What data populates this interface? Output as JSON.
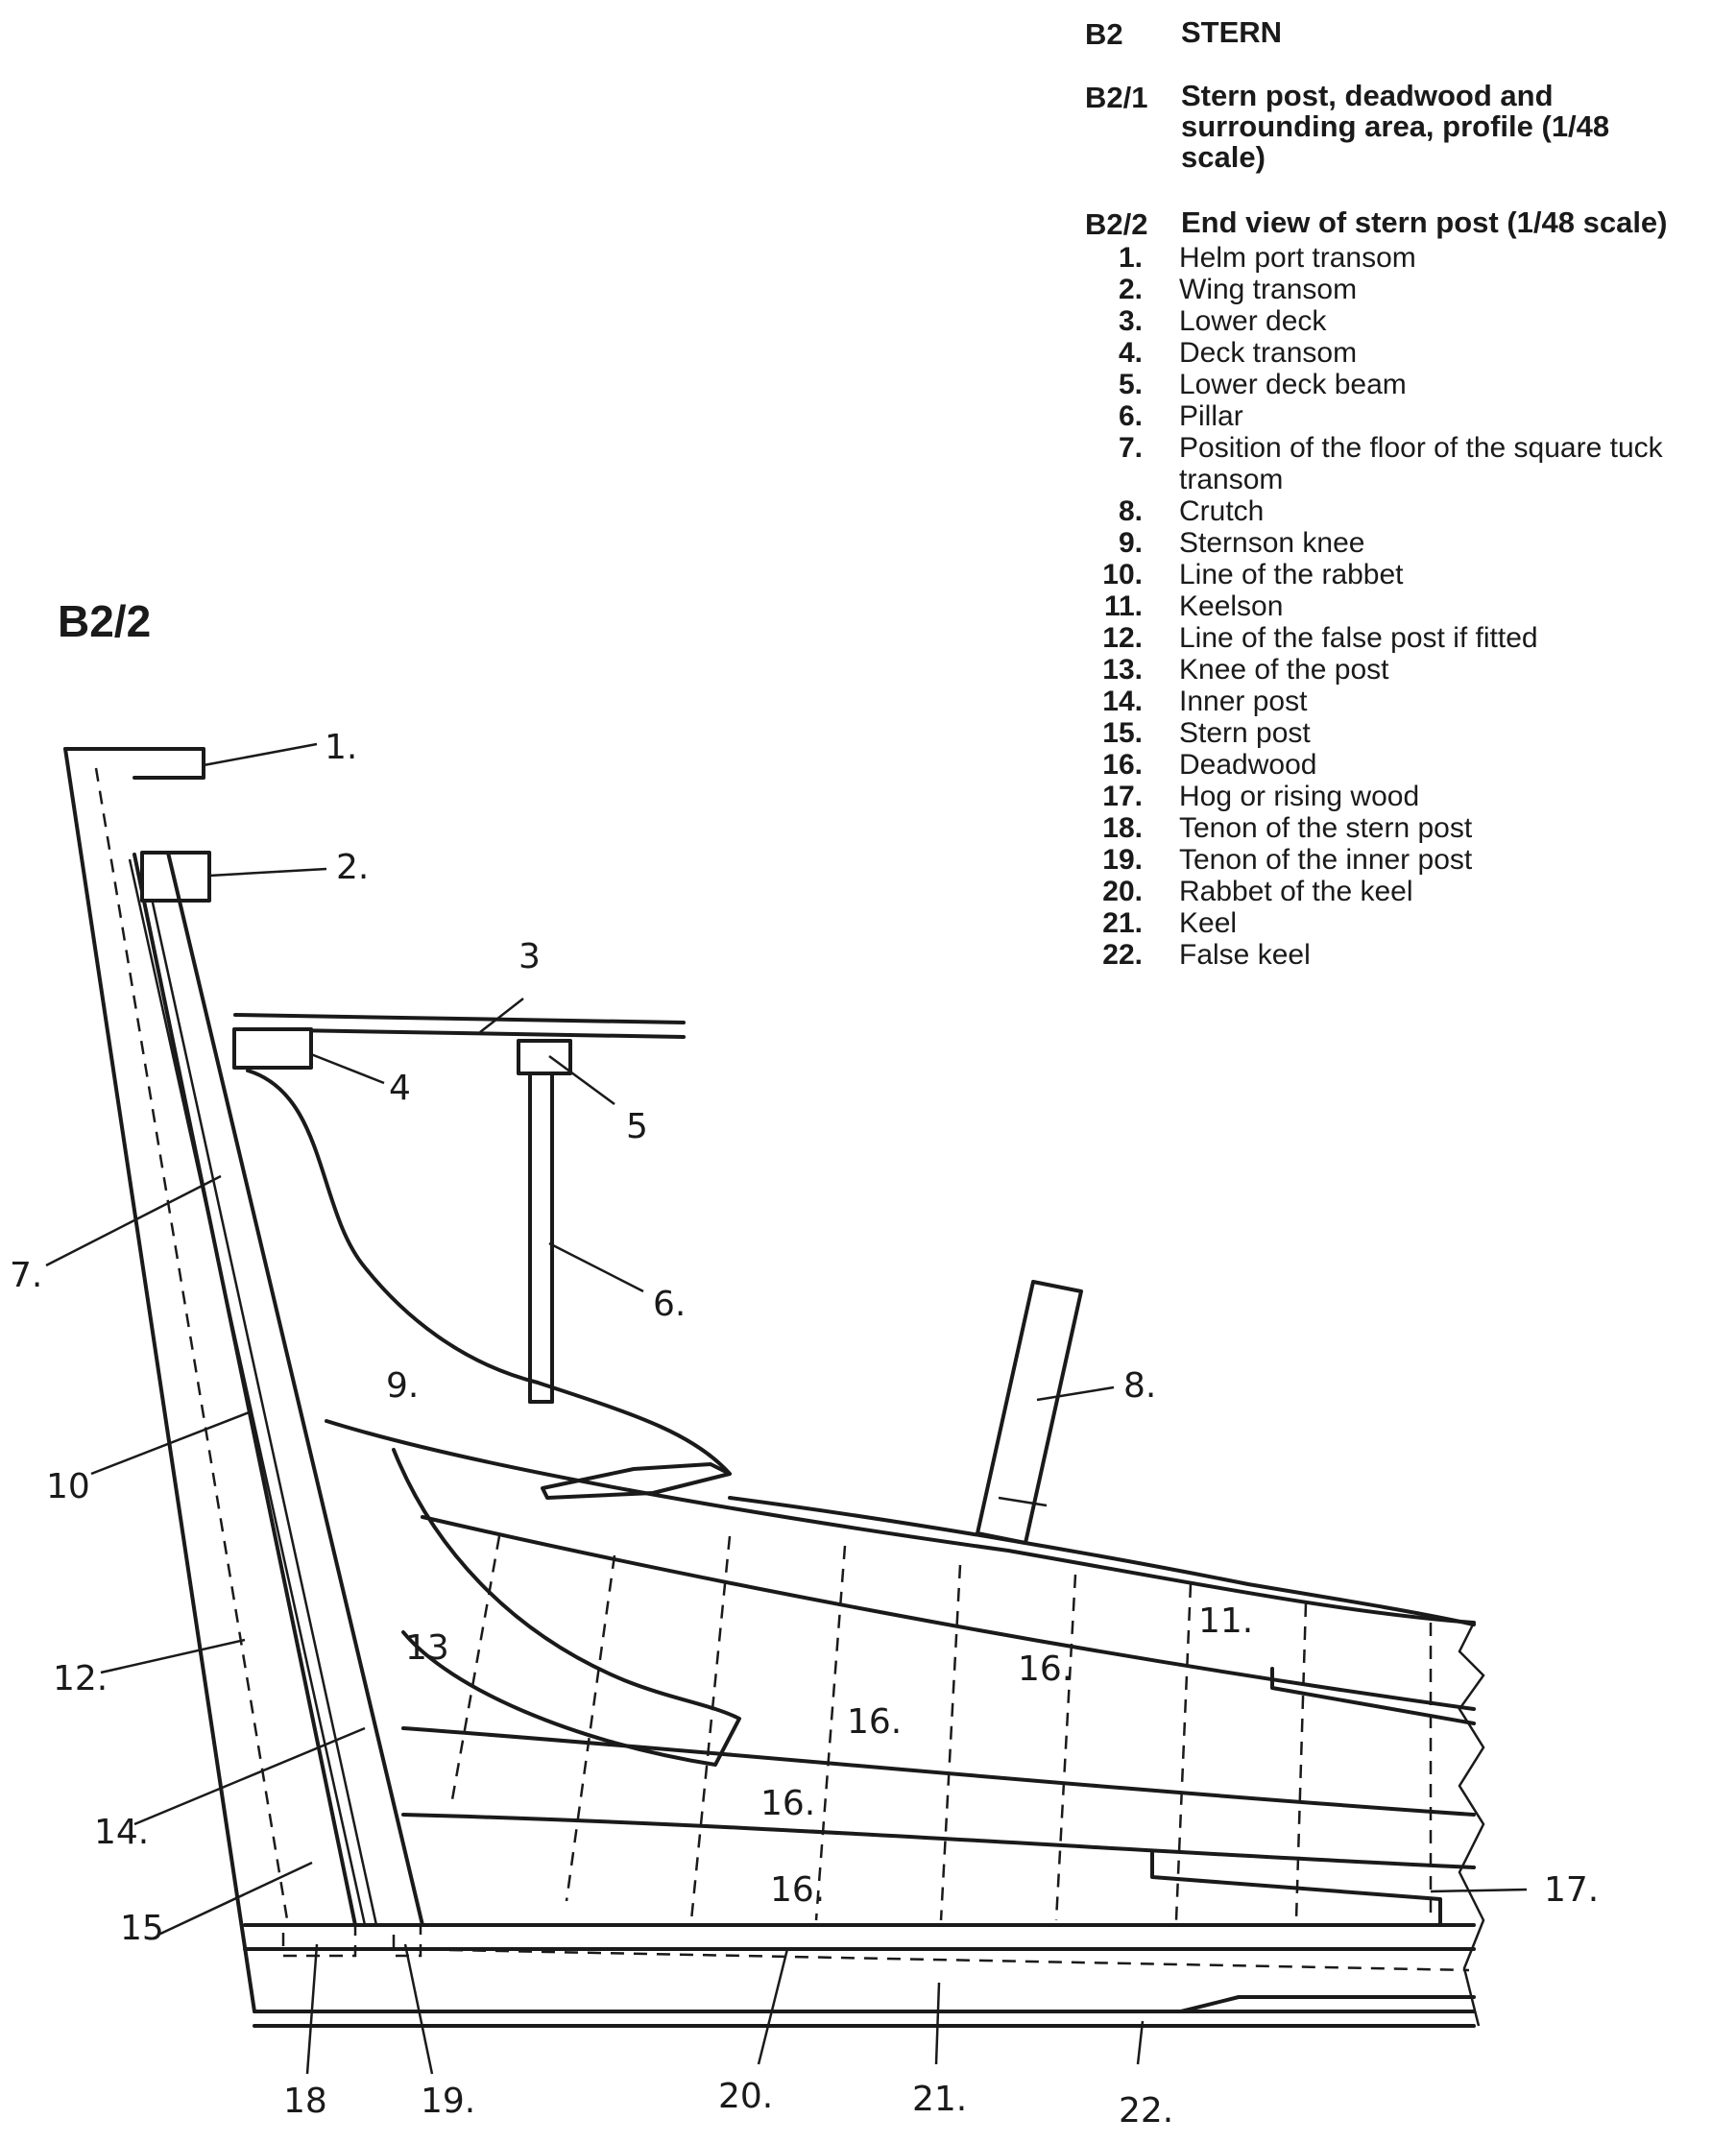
{
  "header": {
    "section_code": "B2",
    "section_title": "STERN",
    "fig1_code": "B2/1",
    "fig1_title": "Stern post, deadwood and surrounding area, profile (1/48 scale)",
    "fig2_code": "B2/2",
    "fig2_title": "End view of stern post (1/48 scale)"
  },
  "figure_label": "B2/2",
  "legend": [
    {
      "num": "1.",
      "label": "Helm port transom"
    },
    {
      "num": "2.",
      "label": "Wing transom"
    },
    {
      "num": "3.",
      "label": "Lower deck"
    },
    {
      "num": "4.",
      "label": "Deck transom"
    },
    {
      "num": "5.",
      "label": "Lower deck beam"
    },
    {
      "num": "6.",
      "label": "Pillar"
    },
    {
      "num": "7.",
      "label": "Position of the floor of the square tuck transom"
    },
    {
      "num": "8.",
      "label": "Crutch"
    },
    {
      "num": "9.",
      "label": "Sternson knee"
    },
    {
      "num": "10.",
      "label": "Line of the rabbet"
    },
    {
      "num": "11.",
      "label": "Keelson"
    },
    {
      "num": "12.",
      "label": "Line of the false post if fitted"
    },
    {
      "num": "13.",
      "label": "Knee of the post"
    },
    {
      "num": "14.",
      "label": "Inner post"
    },
    {
      "num": "15.",
      "label": "Stern post"
    },
    {
      "num": "16.",
      "label": "Deadwood"
    },
    {
      "num": "17.",
      "label": "Hog or rising wood"
    },
    {
      "num": "18.",
      "label": "Tenon of the stern post"
    },
    {
      "num": "19.",
      "label": "Tenon of the inner post"
    },
    {
      "num": "20.",
      "label": "Rabbet of the keel"
    },
    {
      "num": "21.",
      "label": "Keel"
    },
    {
      "num": "22.",
      "label": "False keel"
    }
  ],
  "callouts": {
    "c1": "1.",
    "c2": "2.",
    "c3": "3",
    "c4": "4",
    "c5": "5",
    "c6": "6.",
    "c7": "7.",
    "c8": "8.",
    "c9": "9.",
    "c10": "10",
    "c11": "11.",
    "c12": "12.",
    "c13": "13",
    "c14": "14.",
    "c15": "15",
    "c16a": "16.",
    "c16b": "16.",
    "c16c": "16.",
    "c16d": "16.",
    "c17": "17.",
    "c18": "18",
    "c19": "19.",
    "c20": "20.",
    "c21": "21.",
    "c22": "22."
  }
}
